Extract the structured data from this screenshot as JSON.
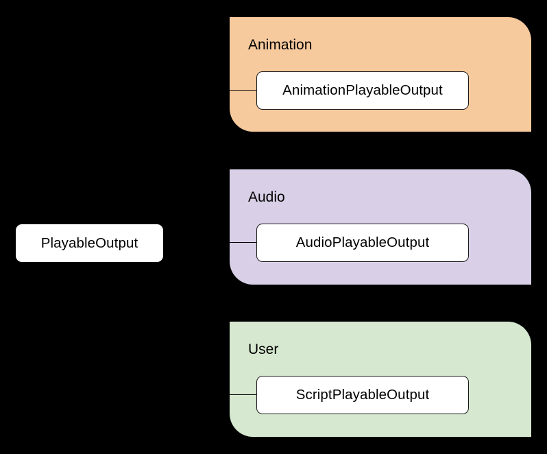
{
  "diagram": {
    "type": "class-hierarchy",
    "background_color": "#000000",
    "base_class": {
      "label": "PlayableOutput"
    },
    "groups": [
      {
        "name": "Animation",
        "color": "#f7ca9e",
        "child": {
          "label": "AnimationPlayableOutput"
        }
      },
      {
        "name": "Audio",
        "color": "#d9d0e8",
        "child": {
          "label": "AudioPlayableOutput"
        }
      },
      {
        "name": "User",
        "color": "#d6e8d0",
        "child": {
          "label": "ScriptPlayableOutput"
        }
      }
    ]
  }
}
